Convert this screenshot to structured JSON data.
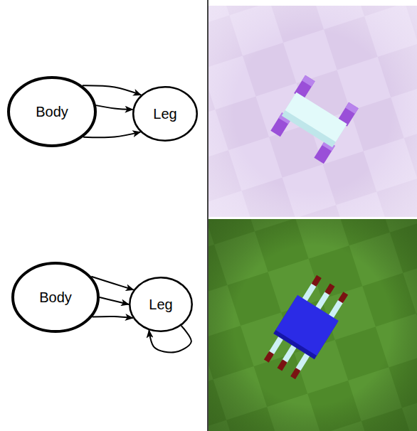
{
  "diagram": {
    "nodes": [
      {
        "text": [
          "Body"
        ]
      },
      {
        "text": [
          "Leg"
        ]
      },
      {
        "text": [
          "Body"
        ]
      },
      {
        "text": [
          "Leg"
        ]
      }
    ],
    "edges": [
      {
        "from": 0,
        "to": 1,
        "arrow": "to"
      },
      {
        "from": 0,
        "to": 1,
        "arrow": "to"
      },
      {
        "from": 0,
        "to": 1,
        "arrow": "to"
      },
      {
        "from": 2,
        "to": 3,
        "arrow": "to"
      },
      {
        "from": 2,
        "to": 3,
        "arrow": "to"
      },
      {
        "from": 2,
        "to": 3,
        "arrow": "to"
      },
      {
        "from": 3,
        "to": 3,
        "arrow": "to"
      }
    ]
  }
}
